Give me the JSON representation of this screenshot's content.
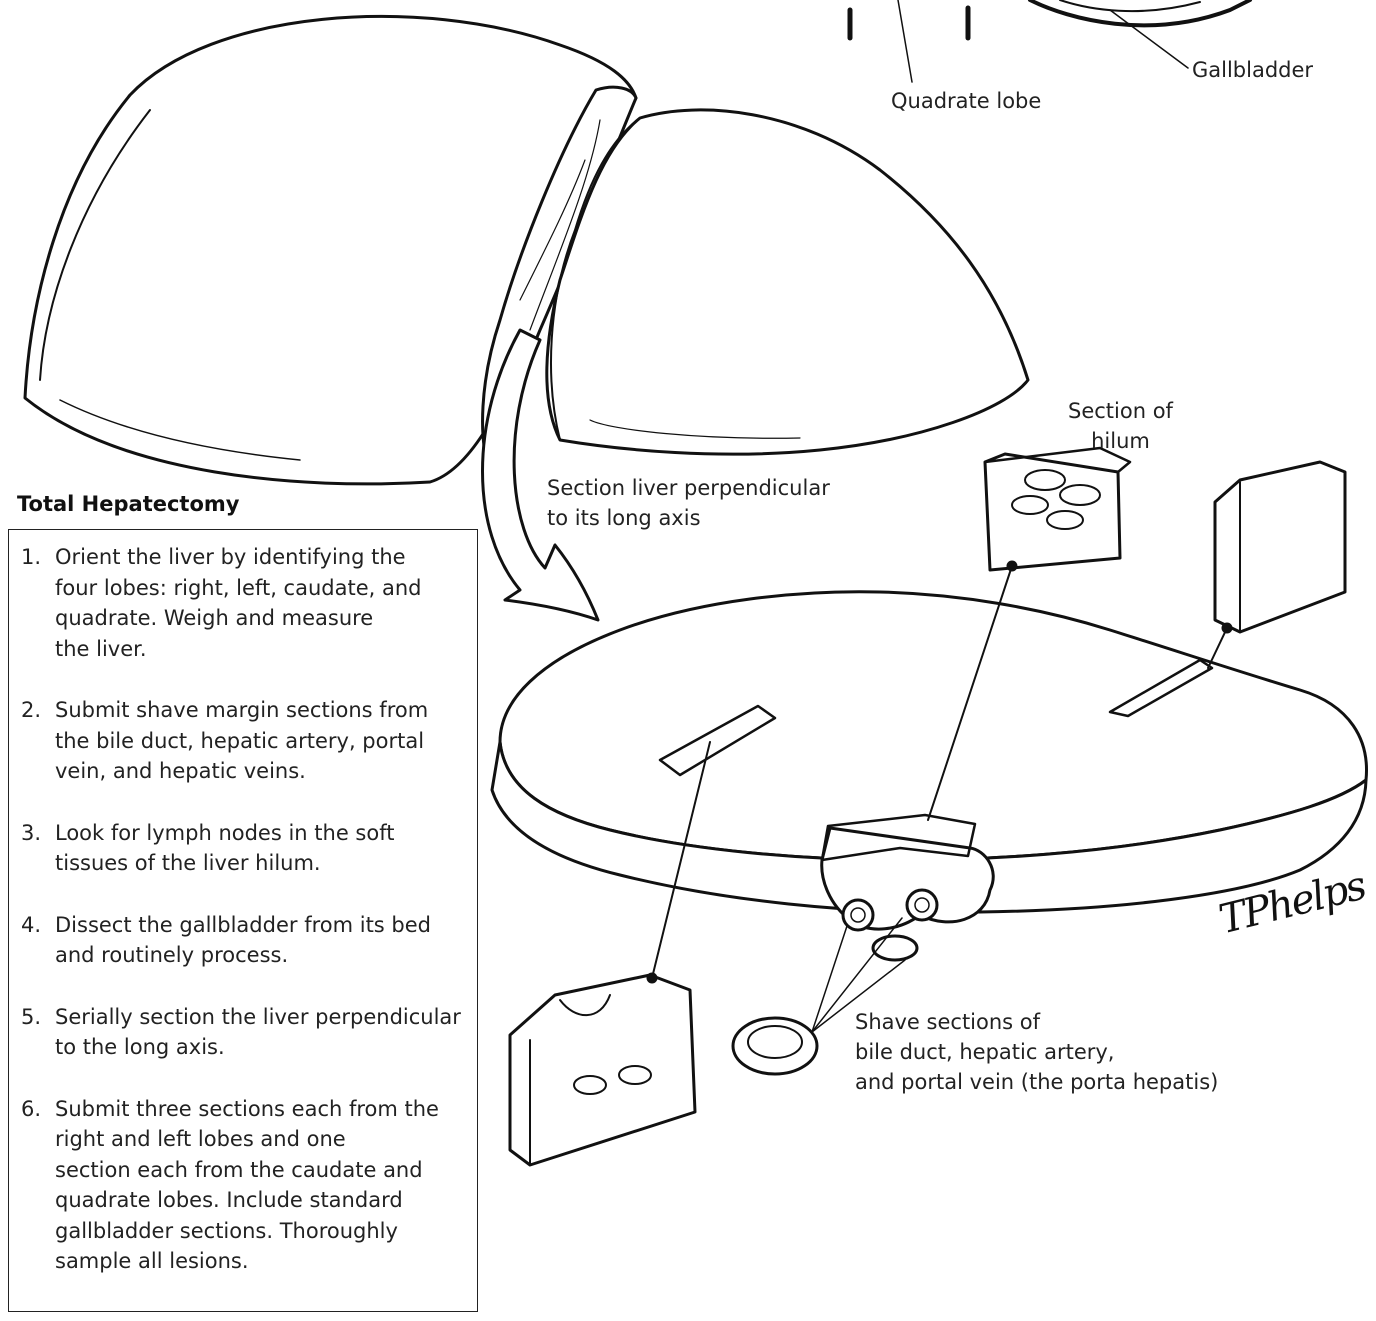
{
  "labels": {
    "quadrate_lobe": "Quadrate lobe",
    "gallbladder": "Gallbladder",
    "section_liver": "Section liver perpendicular\nto its long axis",
    "section_hilum": "Section of\nhilum",
    "shave_sections": "Shave sections of\nbile duct, hepatic artery,\nand portal vein (the porta hepatis)"
  },
  "box": {
    "title": "Total Hepatectomy",
    "steps": [
      {
        "num": "1.",
        "text": "Orient the liver by identifying the\nfour lobes: right, left, caudate, and\nquadrate.  Weigh and measure\nthe liver."
      },
      {
        "num": "2.",
        "text": "Submit shave margin sections from\nthe bile duct, hepatic artery, portal\nvein, and hepatic veins."
      },
      {
        "num": "3.",
        "text": "Look for lymph nodes in the soft\ntissues of the liver hilum."
      },
      {
        "num": "4.",
        "text": "Dissect the gallbladder from its bed\nand routinely process."
      },
      {
        "num": "5.",
        "text": "Serially section the liver perpendicular\nto the long axis."
      },
      {
        "num": "6.",
        "text": "Submit three sections each from the\nright and left lobes and one\nsection each from the caudate and\nquadrate lobes.  Include standard\ngallbladder sections.  Thoroughly\nsample all lesions."
      }
    ]
  },
  "signature": "TPhelps"
}
